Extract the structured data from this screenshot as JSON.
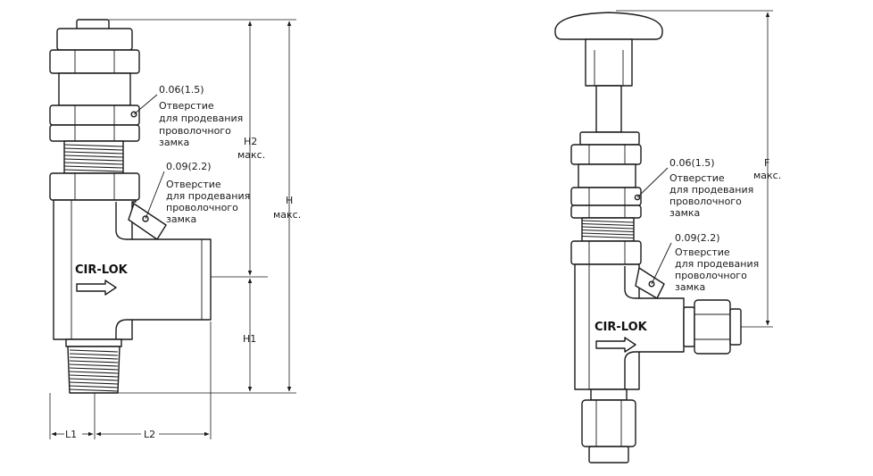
{
  "left_valve": {
    "brand": "CIR-LOK",
    "hole_small": {
      "size": "0.06(1.5)",
      "l1": "Отверстие",
      "l2": "для продевания",
      "l3": "проволочного",
      "l4": "замка"
    },
    "hole_large": {
      "size": "0.09(2.2)",
      "l1": "Отверстие",
      "l2": "для продевания",
      "l3": "проволочного",
      "l4": "замка"
    },
    "dims": {
      "h2": "H2",
      "h2_max": "макс.",
      "h": "H",
      "h_max": "макс.",
      "h1": "H1",
      "l1": "L1",
      "l2": "L2"
    }
  },
  "right_valve": {
    "brand": "CIR-LOK",
    "hole_small": {
      "size": "0.06(1.5)",
      "l1": "Отверстие",
      "l2": "для продевания",
      "l3": "проволочного",
      "l4": "замка"
    },
    "hole_large": {
      "size": "0.09(2.2)",
      "l1": "Отверстие",
      "l2": "для продевания",
      "l3": "проволочного",
      "l4": "замка"
    },
    "dims": {
      "f": "F",
      "f_max": "макс."
    }
  }
}
